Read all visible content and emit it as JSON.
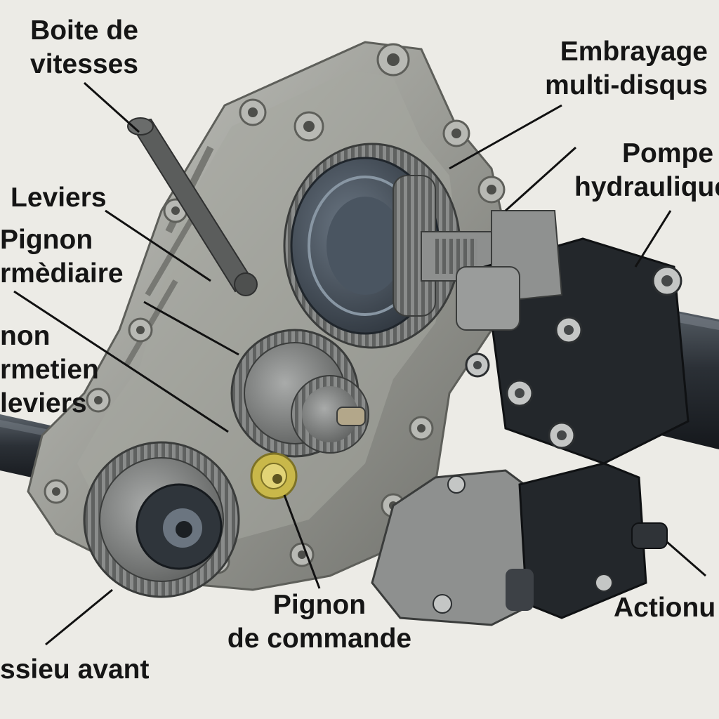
{
  "labels": {
    "boite": {
      "line1": "Boite de",
      "line2": "vitesses"
    },
    "embrayage": {
      "line1": "Embrayage",
      "line2": "multi-disqus"
    },
    "pompe": {
      "line1": "Pompe",
      "line2": "hydraulique"
    },
    "leviers": {
      "line1": "Leviers"
    },
    "pignon_inter": {
      "line1": "Pignon",
      "line2": "rmèdiaire"
    },
    "pignon_entretien": {
      "line1": "non",
      "line2": "rmetien",
      "line3": "leviers"
    },
    "pignon_commande": {
      "line1": "Pignon",
      "line2": "de commande"
    },
    "essieu": {
      "line1": "ssieu avant"
    },
    "actionneur": {
      "line1": "Actionu"
    }
  },
  "colors": {
    "background": "#ecebe6",
    "housing": "#9a9b95",
    "housing_dark": "#6d6e69",
    "gear_steel": "#7d7f7e",
    "clutch_dark": "#3e4650",
    "pump_black": "#23272b",
    "brass_gear": "#c9b84a",
    "leader": "#111111"
  }
}
